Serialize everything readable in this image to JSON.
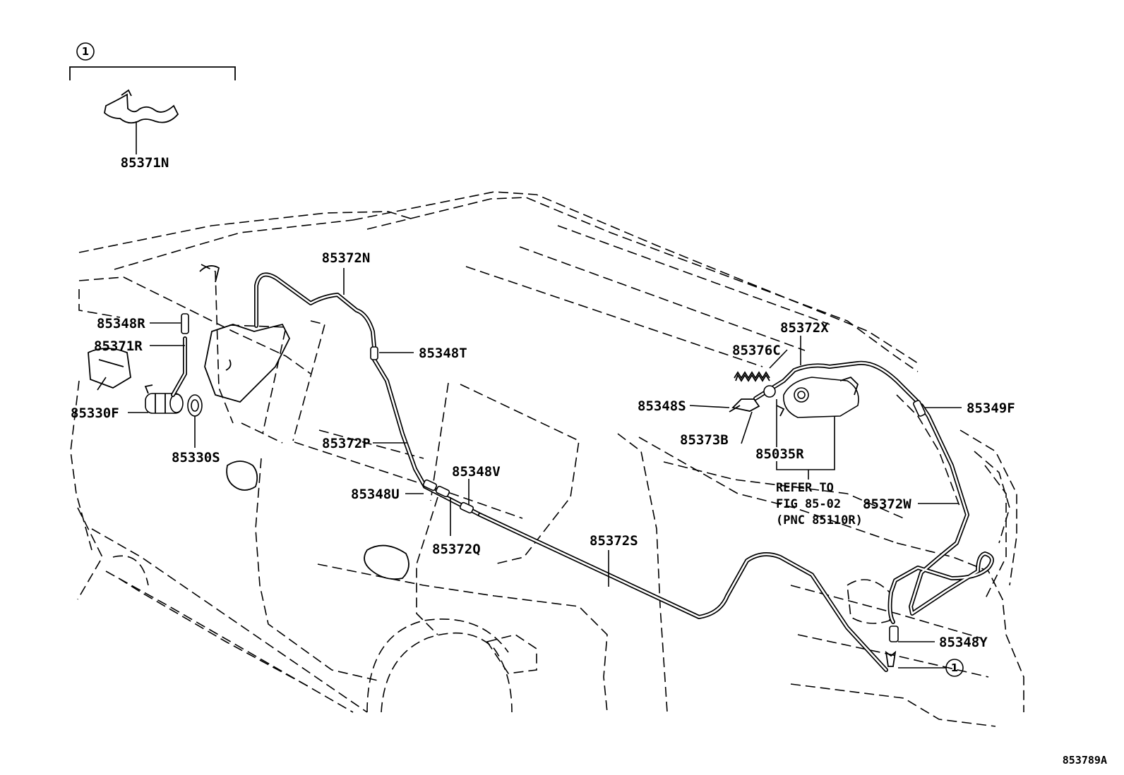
{
  "diagram": {
    "type": "parts-illustration",
    "group_marker": "1",
    "figure_id": "853789A",
    "note": {
      "lines": [
        "REFER TO",
        "FIG 85-02",
        "(PNC 85110R)"
      ]
    },
    "parts": [
      {
        "id": "85371N",
        "label": "85371N"
      },
      {
        "id": "85372N",
        "label": "85372N"
      },
      {
        "id": "85348R",
        "label": "85348R"
      },
      {
        "id": "85371R",
        "label": "85371R"
      },
      {
        "id": "85330F",
        "label": "85330F"
      },
      {
        "id": "85330S",
        "label": "85330S"
      },
      {
        "id": "85348T",
        "label": "85348T"
      },
      {
        "id": "85372P",
        "label": "85372P"
      },
      {
        "id": "85348U",
        "label": "85348U"
      },
      {
        "id": "85348V",
        "label": "85348V"
      },
      {
        "id": "85372Q",
        "label": "85372Q"
      },
      {
        "id": "85372S",
        "label": "85372S"
      },
      {
        "id": "85372X",
        "label": "85372X"
      },
      {
        "id": "85376C",
        "label": "85376C"
      },
      {
        "id": "85348S",
        "label": "85348S"
      },
      {
        "id": "85373B",
        "label": "85373B"
      },
      {
        "id": "85035R",
        "label": "85035R"
      },
      {
        "id": "85349F",
        "label": "85349F"
      },
      {
        "id": "85372W",
        "label": "85372W"
      },
      {
        "id": "85348Y",
        "label": "85348Y"
      }
    ]
  }
}
